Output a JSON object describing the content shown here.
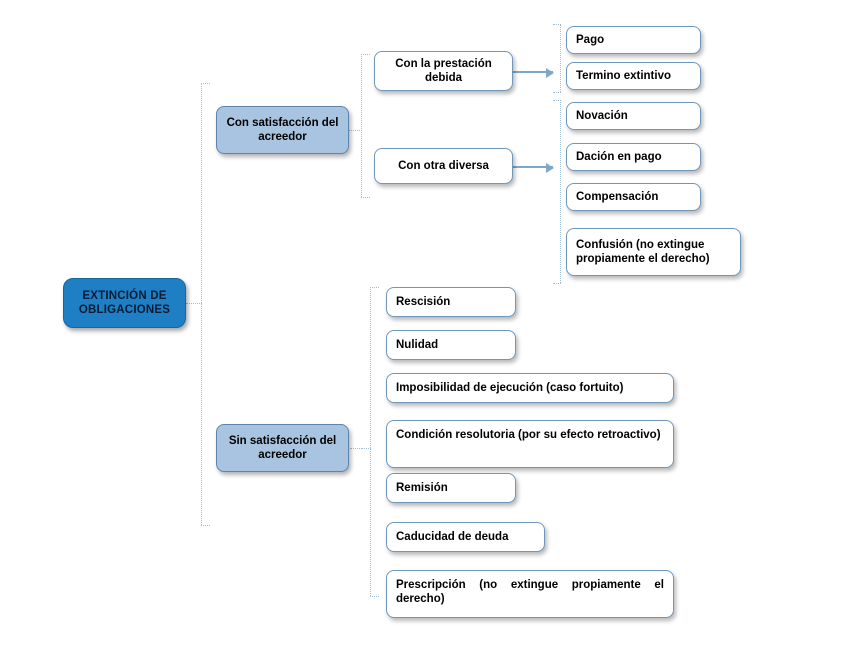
{
  "diagram": {
    "title_node": {
      "label": "EXTINCIÓN DE OBLIGACIONES",
      "color": "#1F7FC4"
    },
    "branches": [
      {
        "id": "con-satisfaccion",
        "label": "Con satisfacción del acreedor",
        "color": "#A8C4E0",
        "subbranches": [
          {
            "id": "con-la-prestacion-debida",
            "label": "Con la prestación debida",
            "items": [
              {
                "id": "pago",
                "label": "Pago"
              },
              {
                "id": "termino-extintivo",
                "label": "Termino extintivo"
              }
            ]
          },
          {
            "id": "con-otra-diversa",
            "label": "Con otra diversa",
            "items": [
              {
                "id": "novacion",
                "label": "Novación"
              },
              {
                "id": "dacion-en-pago",
                "label": "Dación en pago"
              },
              {
                "id": "compensacion",
                "label": "Compensación"
              },
              {
                "id": "confusion",
                "label": "Confusión (no extingue propiamente el derecho)"
              }
            ]
          }
        ]
      },
      {
        "id": "sin-satisfaccion",
        "label": "Sin satisfacción del acreedor",
        "color": "#A8C4E0",
        "items": [
          {
            "id": "rescision",
            "label": "Rescisión"
          },
          {
            "id": "nulidad",
            "label": "Nulidad"
          },
          {
            "id": "imposibilidad-de-ejecucion",
            "label": "Imposibilidad de ejecución (caso fortuito)"
          },
          {
            "id": "condicion-resolutoria",
            "label": "Condición resolutoria (por su efecto retroactivo)"
          },
          {
            "id": "remision",
            "label": "Remisión"
          },
          {
            "id": "caducidad-de-deuda",
            "label": "Caducidad de deuda"
          },
          {
            "id": "prescripcion",
            "label": "Prescripción (no extingue propiamente el derecho)"
          }
        ]
      }
    ],
    "connector_color": "#9bbdd8",
    "arrow_color": "#7FA8C8"
  }
}
